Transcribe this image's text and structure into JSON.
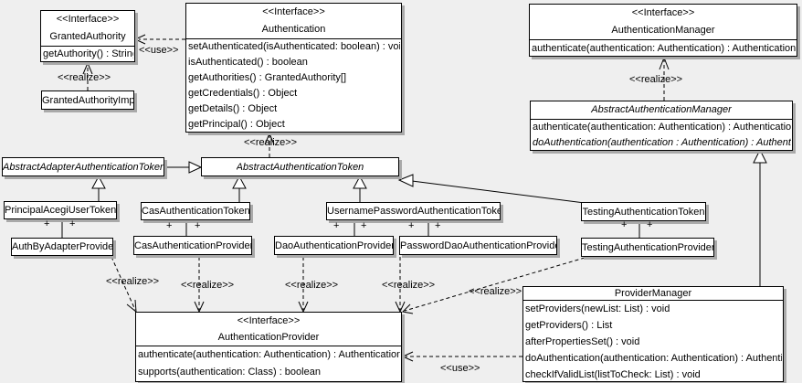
{
  "labels": {
    "use": "<<use>>",
    "realize": "<<realize>>",
    "plus": "+"
  },
  "classes": {
    "grantedAuthority": {
      "stereotype": "<<Interface>>",
      "name": "GrantedAuthority",
      "methods": [
        "getAuthority() : String"
      ]
    },
    "grantedAuthorityImpl": {
      "name": "GrantedAuthorityImpl"
    },
    "authentication": {
      "stereotype": "<<Interface>>",
      "name": "Authentication",
      "methods": [
        "setAuthenticated(isAuthenticated: boolean) : void",
        "isAuthenticated() : boolean",
        "getAuthorities() : GrantedAuthority[]",
        "getCredentials() : Object",
        "getDetails() : Object",
        "getPrincipal() : Object"
      ]
    },
    "authenticationManager": {
      "stereotype": "<<Interface>>",
      "name": "AuthenticationManager",
      "methods": [
        "authenticate(authentication: Authentication) : Authentication"
      ]
    },
    "abstractAuthenticationManager": {
      "name": "AbstractAuthenticationManager",
      "methods": [
        "authenticate(authentication: Authentication) : Authentication",
        "doAuthentication(authentication : Authentication) : Authentication"
      ]
    },
    "abstractAdapterAuthenticationToken": {
      "name": "AbstractAdapterAuthenticationToken"
    },
    "abstractAuthenticationToken": {
      "name": "AbstractAuthenticationToken"
    },
    "principalAcegiUserToken": {
      "name": "PrincipalAcegiUserToken"
    },
    "authByAdapterProvider": {
      "name": "AuthByAdapterProvider"
    },
    "casAuthenticationToken": {
      "name": "CasAuthenticationToken"
    },
    "casAuthenticationProvider": {
      "name": "CasAuthenticationProvider"
    },
    "usernamePasswordAuthenticationToken": {
      "name": "UsernamePasswordAuthenticationToken"
    },
    "daoAuthenticationProvider": {
      "name": "DaoAuthenticationProvider"
    },
    "passwordDaoAuthenticationProvider": {
      "name": "PasswordDaoAuthenticationProvider"
    },
    "testingAuthenticationToken": {
      "name": "TestingAuthenticationToken"
    },
    "testingAuthenticationProvider": {
      "name": "TestingAuthenticationProvider"
    },
    "authenticationProvider": {
      "stereotype": "<<Interface>>",
      "name": "AuthenticationProvider",
      "methods": [
        "authenticate(authentication: Authentication) : Authentication",
        "supports(authentication: Class) : boolean"
      ]
    },
    "providerManager": {
      "name": "ProviderManager",
      "methods": [
        "setProviders(newList: List) : void",
        "getProviders() : List",
        "afterPropertiesSet() : void",
        "doAuthentication(authentication: Authentication) : Authentication",
        "checkIfValidList(listToCheck: List) : void"
      ]
    }
  }
}
